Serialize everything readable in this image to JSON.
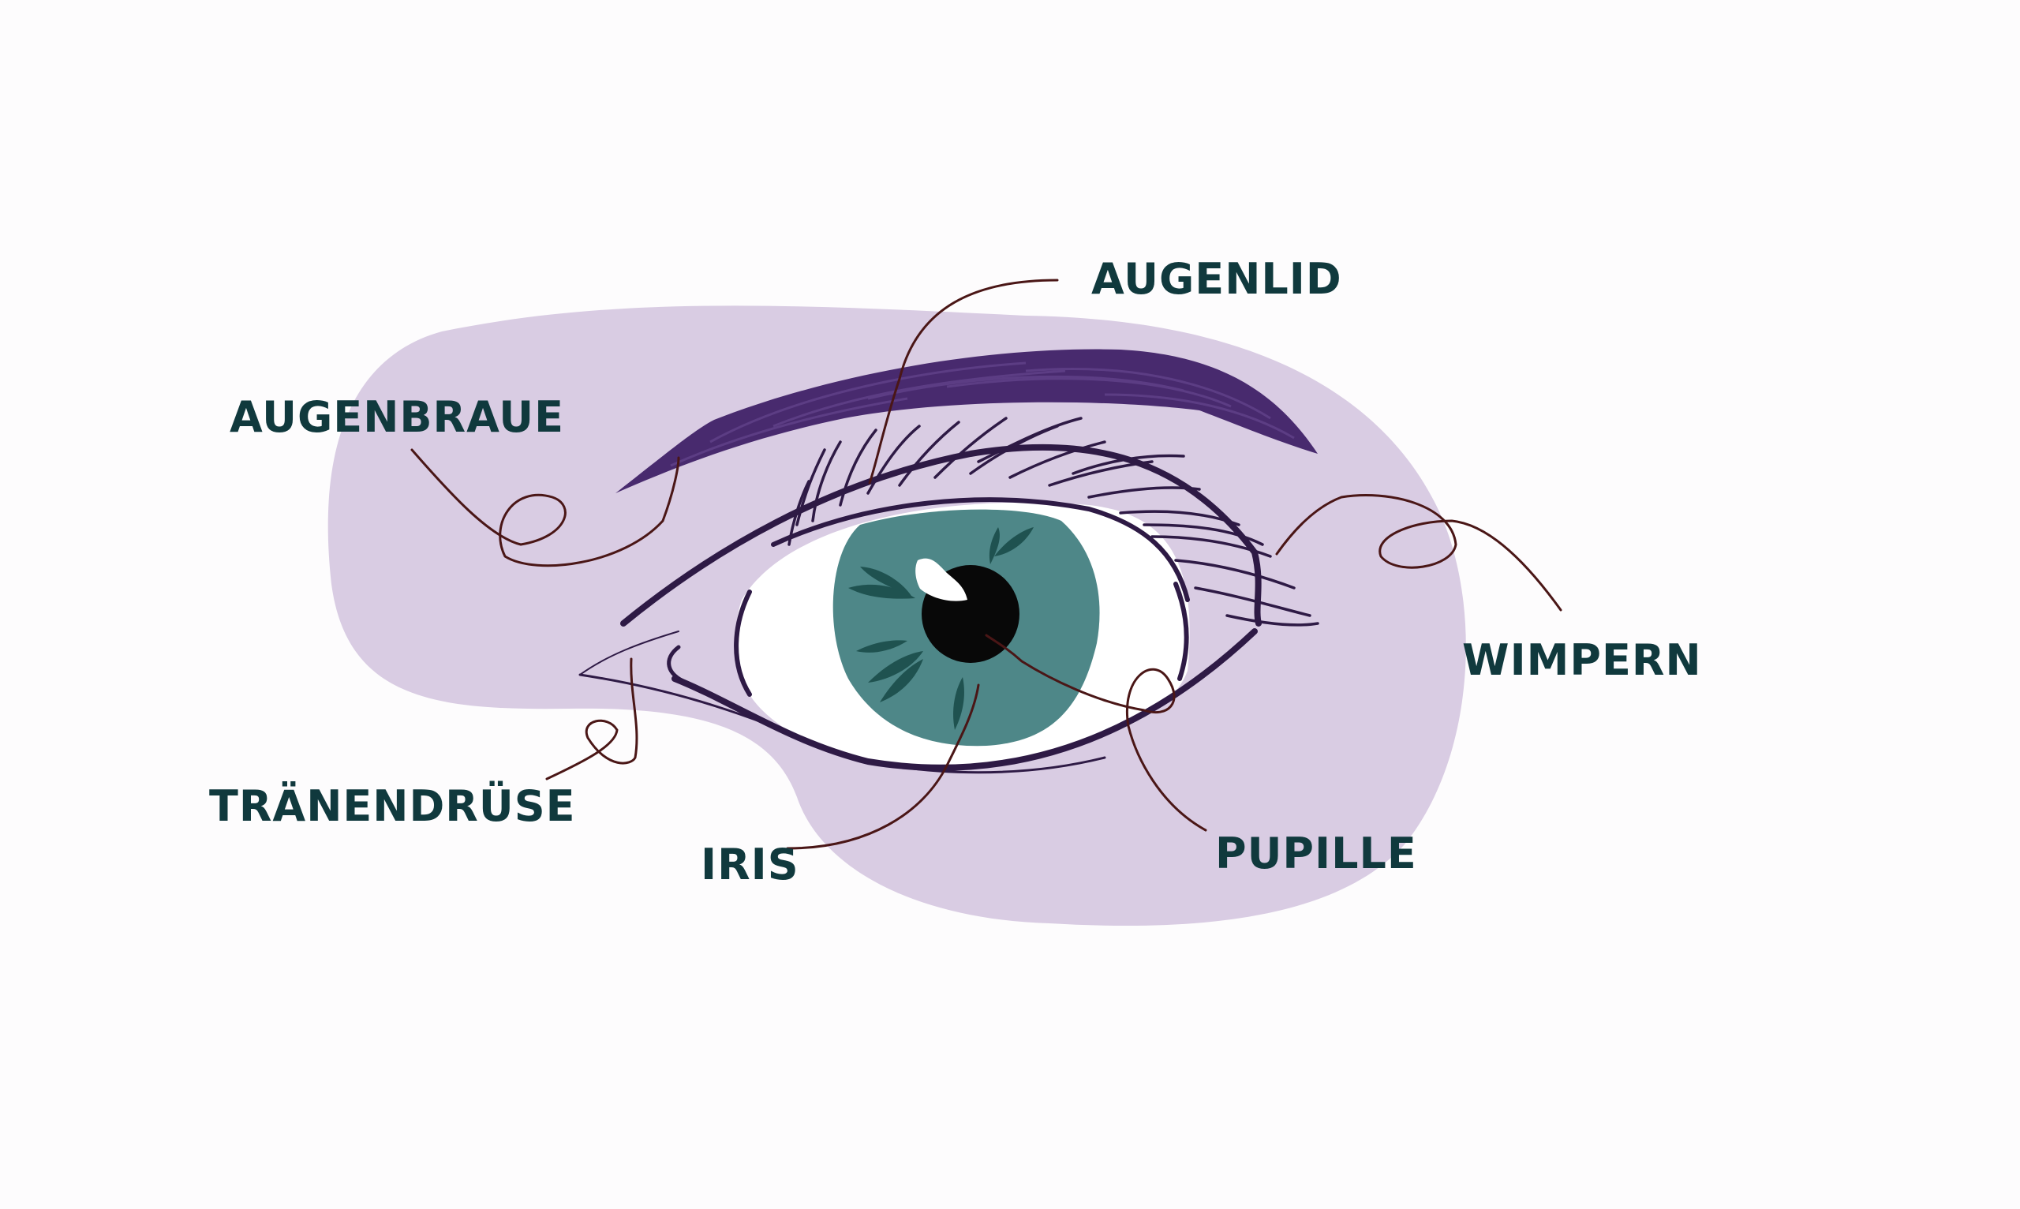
{
  "colors": {
    "background": "#fdfcfd",
    "blob": "#d9cce3",
    "brow": "#482a6e",
    "outline": "#2e1a45",
    "iris": "#4e8788",
    "iris_streak": "#1f5250",
    "pupil": "#080808",
    "sclera": "#ffffff",
    "leader": "#4a1616",
    "label_text": "#10393d"
  },
  "labels": {
    "augenlid": "AUGENLID",
    "augenbraue": "AUGENBRAUE",
    "wimpern": "WIMPERN",
    "traenenduese": "TRÄNENDRÜSE",
    "iris": "IRIS",
    "pupille": "PUPILLE"
  }
}
